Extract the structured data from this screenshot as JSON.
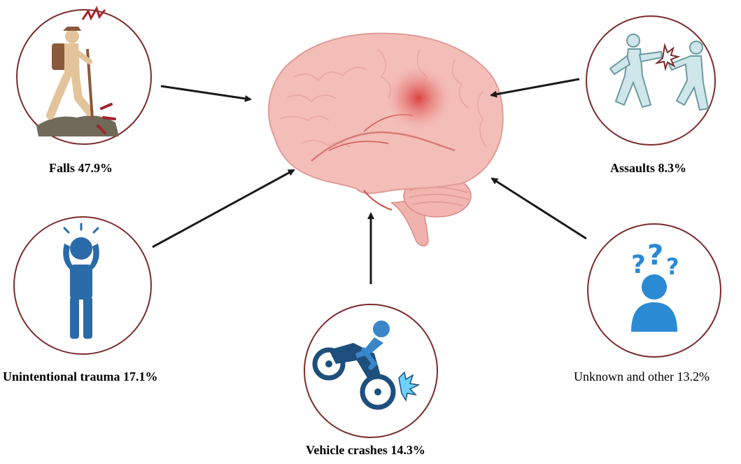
{
  "causes": {
    "falls": {
      "label": "Falls 47.9%",
      "icon": "hiker-falling-icon"
    },
    "assaults": {
      "label": "Assaults 8.3%",
      "icon": "people-fighting-icon"
    },
    "unintentional": {
      "label": "Unintentional trauma 17.1%",
      "icon": "distressed-person-icon"
    },
    "unknown": {
      "label": "Unknown and other 13.2%",
      "icon": "person-question-marks-icon"
    },
    "vehicle": {
      "label": "Vehicle crashes 14.3%",
      "icon": "motorcycle-crash-icon"
    }
  },
  "center": {
    "icon": "brain-injury-icon"
  },
  "colors": {
    "ring": "#7b2b2b",
    "arrow": "#1a1a1a",
    "blue": "#2a6aa8",
    "brain": "#f2b9b4",
    "injury": "#d93a3a"
  }
}
